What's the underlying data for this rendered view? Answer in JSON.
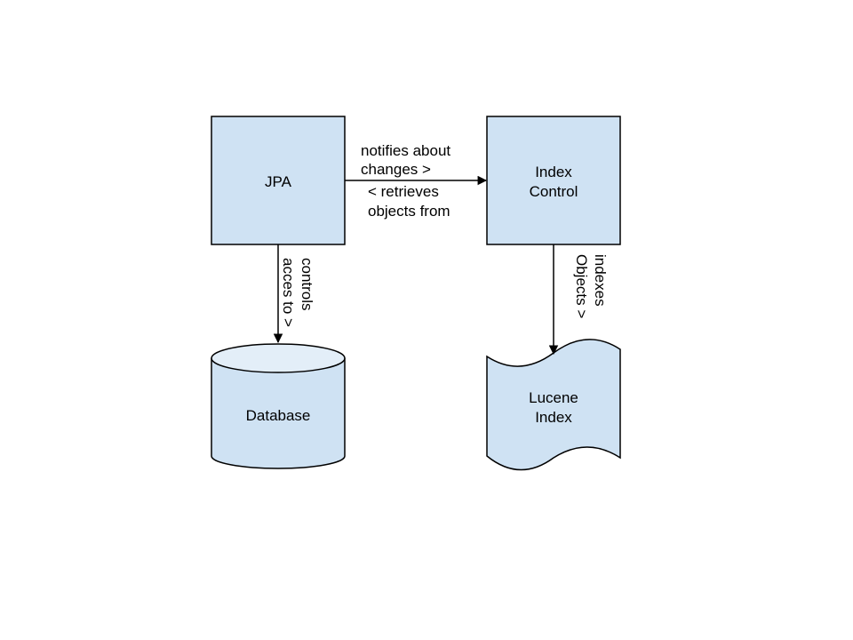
{
  "nodes": {
    "jpa": {
      "label": "JPA"
    },
    "index_control": {
      "line1": "Index",
      "line2": "Control"
    },
    "database": {
      "label": "Database"
    },
    "lucene_index": {
      "line1": "Lucene",
      "line2": "Index"
    }
  },
  "edges": {
    "jpa_to_index_control": {
      "forward_line1": "notifies about",
      "forward_line2": "changes >",
      "backward_line1": "< retrieves",
      "backward_line2": "objects from"
    },
    "jpa_to_database": {
      "line1": "controls",
      "line2": "acces to >"
    },
    "index_control_to_lucene": {
      "line1": "indexes",
      "line2": "Objects >"
    }
  },
  "colors": {
    "node_fill": "#cfe2f3",
    "cylinder_top_fill": "#e3eef8",
    "stroke": "#000000"
  }
}
